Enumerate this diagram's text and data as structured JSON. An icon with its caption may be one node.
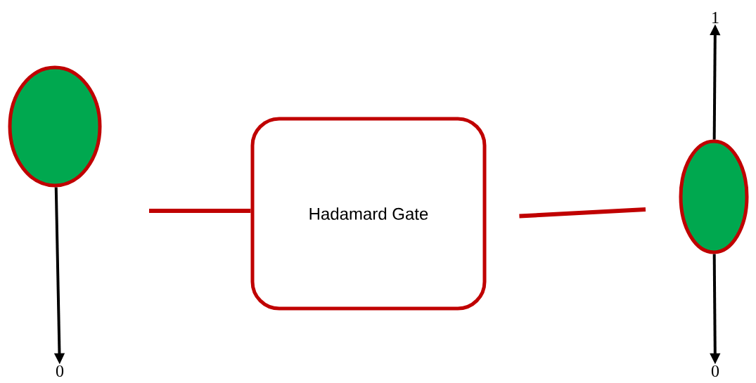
{
  "diagram": {
    "nodes": [
      {
        "text": [],
        "shape": "circle"
      },
      {
        "text": [
          "0"
        ]
      },
      {
        "text": [
          "Hadamard Gate"
        ]
      },
      {
        "text": [],
        "shape": "circle"
      },
      {
        "text": [
          "1"
        ]
      },
      {
        "text": [
          "0"
        ]
      }
    ],
    "edges": [
      {
        "from": 0,
        "to": 1,
        "arrow": "to"
      },
      {
        "from": null,
        "to": 2,
        "arrow": "none",
        "color": "#c00000"
      },
      {
        "from": 2,
        "to": null,
        "arrow": "none",
        "color": "#c00000"
      },
      {
        "from": 3,
        "to": 4,
        "arrow": "to"
      },
      {
        "from": 3,
        "to": 5,
        "arrow": "to"
      }
    ]
  }
}
